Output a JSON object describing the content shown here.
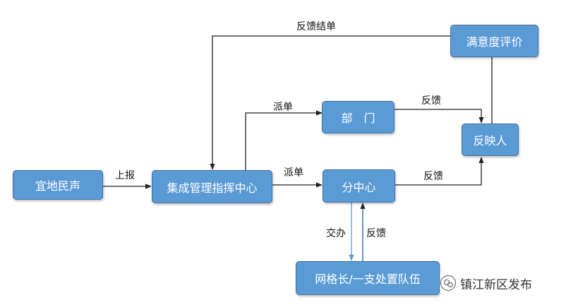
{
  "nodes": {
    "yidi": "宜地民声",
    "center": "集成管理指挥中心",
    "dept": "部　门",
    "sub": "分中心",
    "reporter": "反映人",
    "satisfaction": "满意度评价",
    "grid": "网格长/一支处置队伍"
  },
  "edges": {
    "report": "上报",
    "dispatch_dept": "派单",
    "dispatch_sub": "派单",
    "feedback_dept": "反馈",
    "feedback_sub": "反馈",
    "feedback_close": "反馈结单",
    "handover": "交办",
    "feedback_grid": "反馈"
  },
  "watermark": {
    "text": "镇江新区发布",
    "icon": "wechat-icon"
  },
  "colors": {
    "node_fill": "#5b9bd5",
    "node_border": "#41719c",
    "arrow": "#222222",
    "grid_arrow": "#5b9bd5"
  }
}
